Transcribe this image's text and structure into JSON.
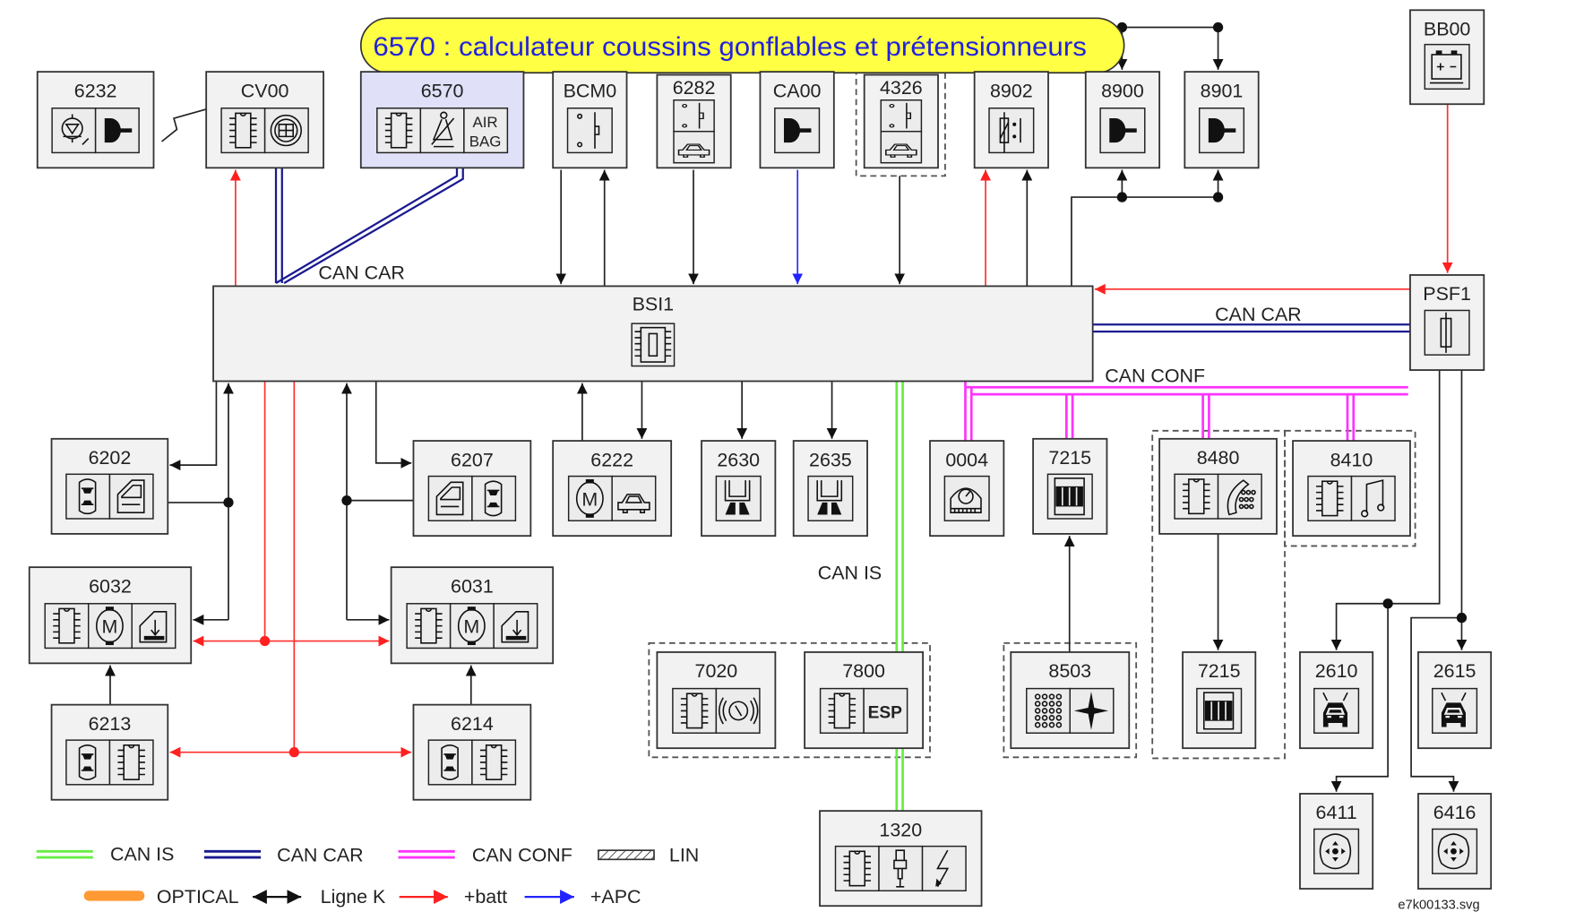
{
  "banner": {
    "text": "6570 : calculateur coussins gonflables et prétensionneurs",
    "fill": "#ffff44",
    "text_color": "#2222dd"
  },
  "bsi": {
    "label": "BSI1",
    "icon": "fuse-box-icon"
  },
  "modules": [
    {
      "label": "6232",
      "icons": [
        "sensor",
        "key"
      ]
    },
    {
      "label": "CV00",
      "icons": [
        "chip",
        "switch-module"
      ]
    },
    {
      "label": "6570",
      "icons": [
        "chip",
        "seatbelt",
        "airbag"
      ],
      "highlighted": true
    },
    {
      "label": "BCM0",
      "icons": [
        "door-contact"
      ]
    },
    {
      "label": "6282",
      "icons": [
        "door-contact",
        "car"
      ]
    },
    {
      "label": "CA00",
      "icons": [
        "key"
      ]
    },
    {
      "label": "4326",
      "icons": [
        "door-contact",
        "car"
      ]
    },
    {
      "label": "8902",
      "icons": [
        "relay"
      ]
    },
    {
      "label": "8900",
      "icons": [
        "key"
      ]
    },
    {
      "label": "8901",
      "icons": [
        "key"
      ]
    },
    {
      "label": "BB00",
      "icons": [
        "battery"
      ]
    },
    {
      "label": "PSF1",
      "icons": [
        "fuse"
      ]
    },
    {
      "label": "6202",
      "icons": [
        "car-top",
        "door"
      ]
    },
    {
      "label": "6207",
      "icons": [
        "door",
        "car-top"
      ]
    },
    {
      "label": "6222",
      "icons": [
        "motor",
        "car"
      ]
    },
    {
      "label": "2630",
      "icons": [
        "headlamp"
      ]
    },
    {
      "label": "2635",
      "icons": [
        "headlamp"
      ]
    },
    {
      "label": "0004",
      "icons": [
        "gauge"
      ]
    },
    {
      "label": "7215",
      "icons": [
        "display"
      ]
    },
    {
      "label": "8480",
      "icons": [
        "chip",
        "phone"
      ]
    },
    {
      "label": "8410",
      "icons": [
        "chip",
        "music"
      ]
    },
    {
      "label": "6032",
      "icons": [
        "chip",
        "motor",
        "window"
      ]
    },
    {
      "label": "6031",
      "icons": [
        "chip",
        "motor",
        "window"
      ]
    },
    {
      "label": "6213",
      "icons": [
        "car-top",
        "chip"
      ]
    },
    {
      "label": "6214",
      "icons": [
        "car-top",
        "chip"
      ]
    },
    {
      "label": "7020",
      "icons": [
        "chip",
        "brake"
      ]
    },
    {
      "label": "7800",
      "icons": [
        "chip",
        "esp"
      ]
    },
    {
      "label": "8503",
      "icons": [
        "keypad",
        "compass"
      ]
    },
    {
      "label": "7215",
      "icons": [
        "display"
      ]
    },
    {
      "label": "2610",
      "icons": [
        "car-front"
      ]
    },
    {
      "label": "2615",
      "icons": [
        "car-front"
      ]
    },
    {
      "label": "6411",
      "icons": [
        "speaker"
      ]
    },
    {
      "label": "6416",
      "icons": [
        "speaker"
      ]
    },
    {
      "label": "1320",
      "icons": [
        "chip",
        "injector",
        "bolt"
      ]
    }
  ],
  "icon_text": {
    "airbag_top": "AIR",
    "airbag_bottom": "BAG",
    "esp": "ESP",
    "motor": "M"
  },
  "bus_labels": {
    "can_car_left": "CAN CAR",
    "can_car_right": "CAN CAR",
    "can_conf": "CAN CONF",
    "can_is": "CAN IS"
  },
  "legend": [
    {
      "label": "CAN IS",
      "color": "#66ee44",
      "style": "double-line"
    },
    {
      "label": "CAN CAR",
      "color": "#1a1a90",
      "style": "double-line"
    },
    {
      "label": "CAN CONF",
      "color": "#ff33ff",
      "style": "double-line"
    },
    {
      "label": "LIN",
      "color": "#333333",
      "style": "hatched"
    },
    {
      "label": "OPTICAL",
      "color": "#ff9933",
      "style": "thick-line"
    },
    {
      "label": "Ligne K",
      "color": "#111111",
      "style": "double-arrow"
    },
    {
      "label": "+batt",
      "color": "#ff2020",
      "style": "arrow"
    },
    {
      "label": "+APC",
      "color": "#2222ff",
      "style": "arrow"
    }
  ],
  "filename": "e7k00133.svg"
}
